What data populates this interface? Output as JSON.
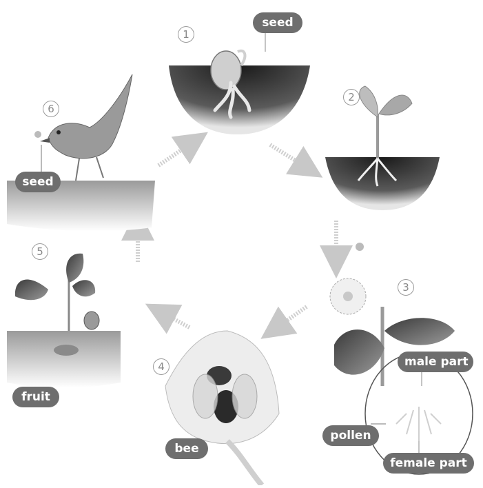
{
  "stages": [
    {
      "number": "1"
    },
    {
      "number": "2"
    },
    {
      "number": "3"
    },
    {
      "number": "4"
    },
    {
      "number": "5"
    },
    {
      "number": "6"
    }
  ],
  "labels": {
    "seed_top": "seed",
    "seed_bird": "seed",
    "male_part": "male part",
    "pollen": "pollen",
    "female_part": "female part",
    "bee": "bee",
    "fruit": "fruit"
  },
  "colors": {
    "label_bg": "#6e6e6e",
    "label_text": "#ffffff",
    "soil_dark": "#2a2a2a",
    "soil_light": "#bdbdbd",
    "arrow": "#c8c8c8"
  }
}
